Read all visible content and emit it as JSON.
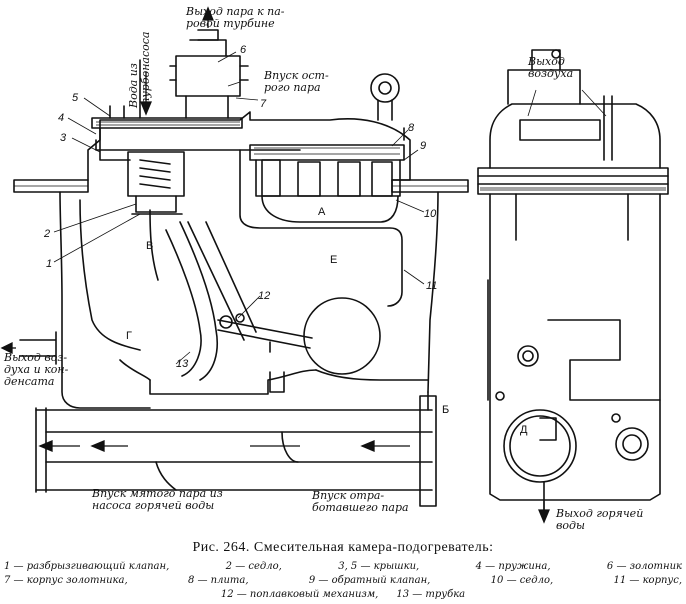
{
  "labels": {
    "steam_out_turbine": "Выход пара к па-\nровой турбине",
    "water_from_turbopump": "Вода из\nтурбонасоса",
    "live_steam_in": "Впуск ост-\nрого пара",
    "air_out_top": "Выход\nвоздуха",
    "air_condensate_out": "Выход воз-\nдуха и кон-\nденсата",
    "exhaust_steam_in_pump": "Впуск мятого пара из\nнасоса горячей воды",
    "exhaust_steam_in_spent": "Впуск отра-\nботавшего пара",
    "hot_water_out": "Выход горячей\nводы"
  },
  "numbers": [
    "1",
    "2",
    "3",
    "4",
    "5",
    "6",
    "7",
    "8",
    "9",
    "10",
    "11",
    "12",
    "13"
  ],
  "letters": {
    "A": "А",
    "B": "Б",
    "V": "В",
    "G": "Г",
    "D": "Д",
    "E": "Е"
  },
  "caption": {
    "title": "Рис.   264.   Смесительная   камера-подогреватель:",
    "line1": [
      "1 — разбрызгивающий  клапан,",
      "2 — седло,",
      "3,  5 — крышки,",
      "4 — пружина,",
      "6 — золотник"
    ],
    "line2": [
      "7 — корпус    золотника,",
      "8 — плита,",
      "9 — обратный  клапан,",
      "10 — седло,",
      "11 — корпус,"
    ],
    "line3": [
      "12 — поплавковый  механизм,",
      "13 — трубка"
    ]
  }
}
